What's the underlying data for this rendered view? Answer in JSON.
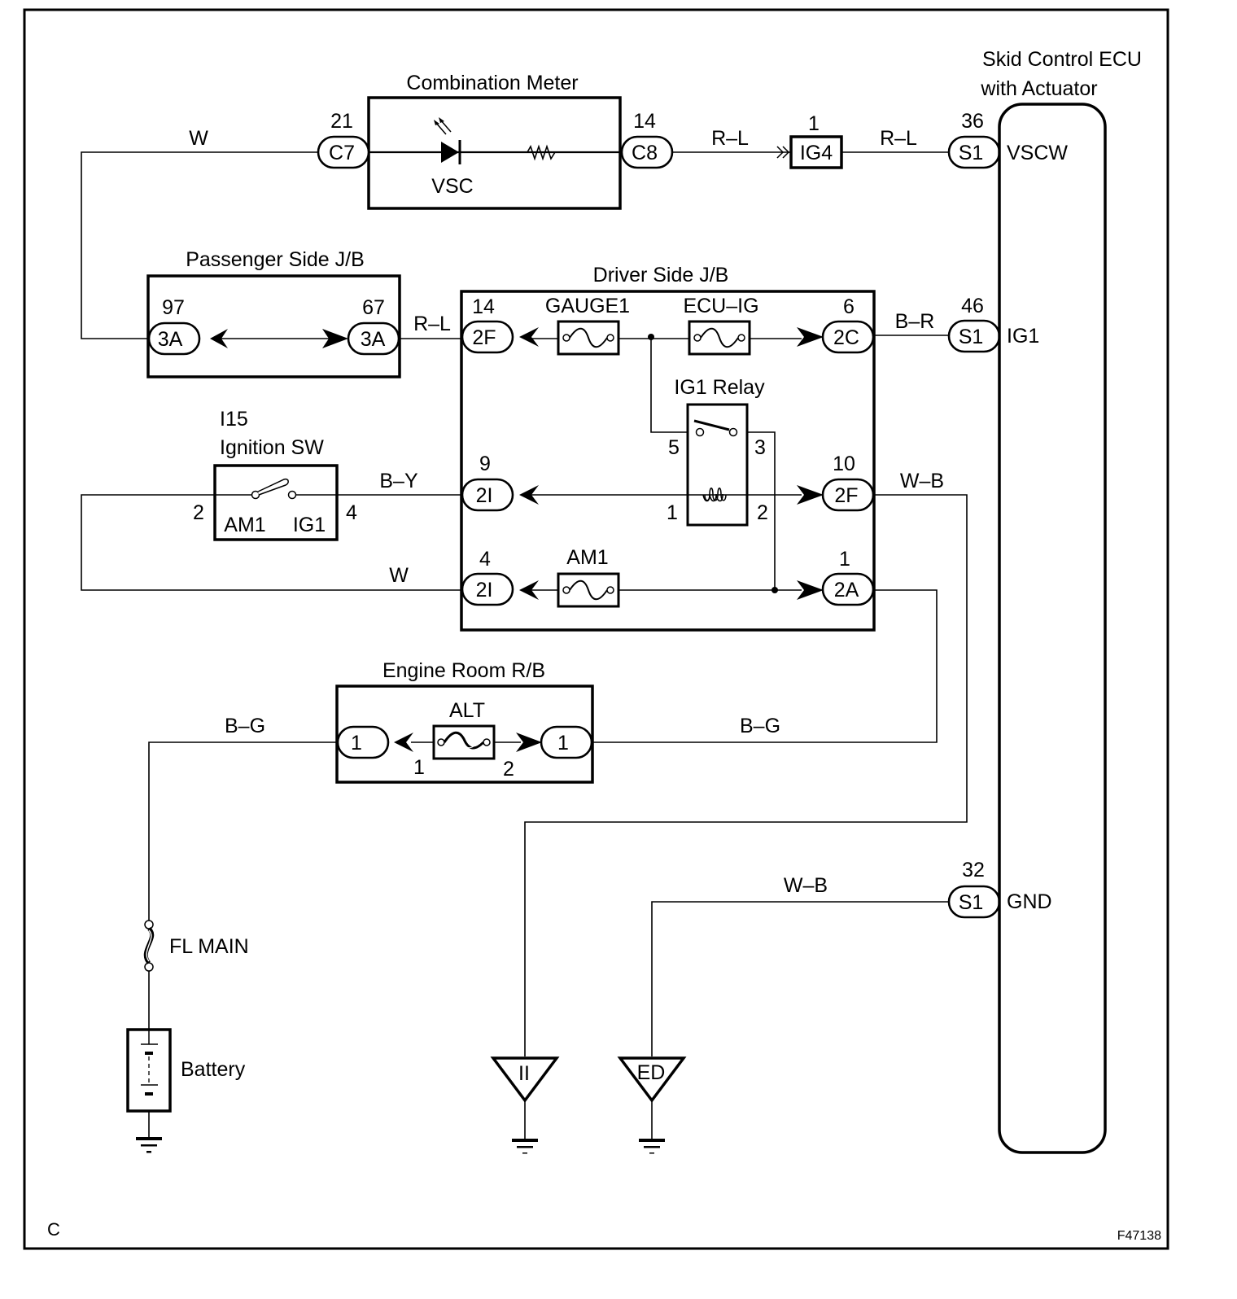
{
  "diagram": {
    "corner_code": "C",
    "figure_id": "F47138",
    "components": {
      "combination_meter": {
        "title": "Combination Meter",
        "lamp_label": "VSC"
      },
      "skid_control_ecu": {
        "title_line1": "Skid Control ECU",
        "title_line2": "with Actuator",
        "pins": {
          "vscw": "VSCW",
          "ig1": "IG1",
          "gnd": "GND"
        }
      },
      "passenger_jb": {
        "title": "Passenger Side J/B"
      },
      "driver_jb": {
        "title": "Driver Side J/B",
        "fuse_gauge1": "GAUGE1",
        "fuse_ecu_ig": "ECU–IG",
        "fuse_am1": "AM1"
      },
      "ig1_relay": {
        "title": "IG1 Relay",
        "pin5": "5",
        "pin3": "3",
        "pin1": "1",
        "pin2": "2"
      },
      "ignition_sw": {
        "code": "I15",
        "title": "Ignition SW",
        "am1": "AM1",
        "ig1": "IG1",
        "pin2": "2",
        "pin4": "4"
      },
      "engine_room_rb": {
        "title": "Engine Room R/B",
        "fuse_alt": "ALT",
        "pin1": "1",
        "pin2": "2"
      },
      "fl_main": {
        "label": "FL MAIN"
      },
      "battery": {
        "label": "Battery"
      },
      "ground_ii": {
        "label": "II"
      },
      "ground_ed": {
        "label": "ED"
      }
    },
    "connectors": {
      "c7": {
        "code": "C7",
        "pin": "21"
      },
      "c8": {
        "code": "C8",
        "pin": "14"
      },
      "ig4": {
        "code": "IG4",
        "pin": "1"
      },
      "s1_vscw": {
        "code": "S1",
        "pin": "36"
      },
      "s1_ig1": {
        "code": "S1",
        "pin": "46"
      },
      "s1_gnd": {
        "code": "S1",
        "pin": "32"
      },
      "p3a_left": {
        "code": "3A",
        "pin": "97"
      },
      "p3a_right": {
        "code": "3A",
        "pin": "67"
      },
      "d2f_top": {
        "code": "2F",
        "pin": "14"
      },
      "d2c": {
        "code": "2C",
        "pin": "6"
      },
      "d2i_top": {
        "code": "2I",
        "pin": "9"
      },
      "d2f_mid": {
        "code": "2F",
        "pin": "10"
      },
      "d2i_bot": {
        "code": "2I",
        "pin": "4"
      },
      "d2a": {
        "code": "2A",
        "pin": "1"
      },
      "e1_left": {
        "code": "1"
      },
      "e1_right": {
        "code": "1"
      }
    },
    "wires": {
      "w_top": "W",
      "rl_1": "R–L",
      "rl_2": "R–L",
      "rl_3": "R–L",
      "br": "B–R",
      "by": "B–Y",
      "w_am1": "W",
      "wb_1": "W–B",
      "bg_left": "B–G",
      "bg_right": "B–G",
      "wb_gnd": "W–B"
    }
  }
}
